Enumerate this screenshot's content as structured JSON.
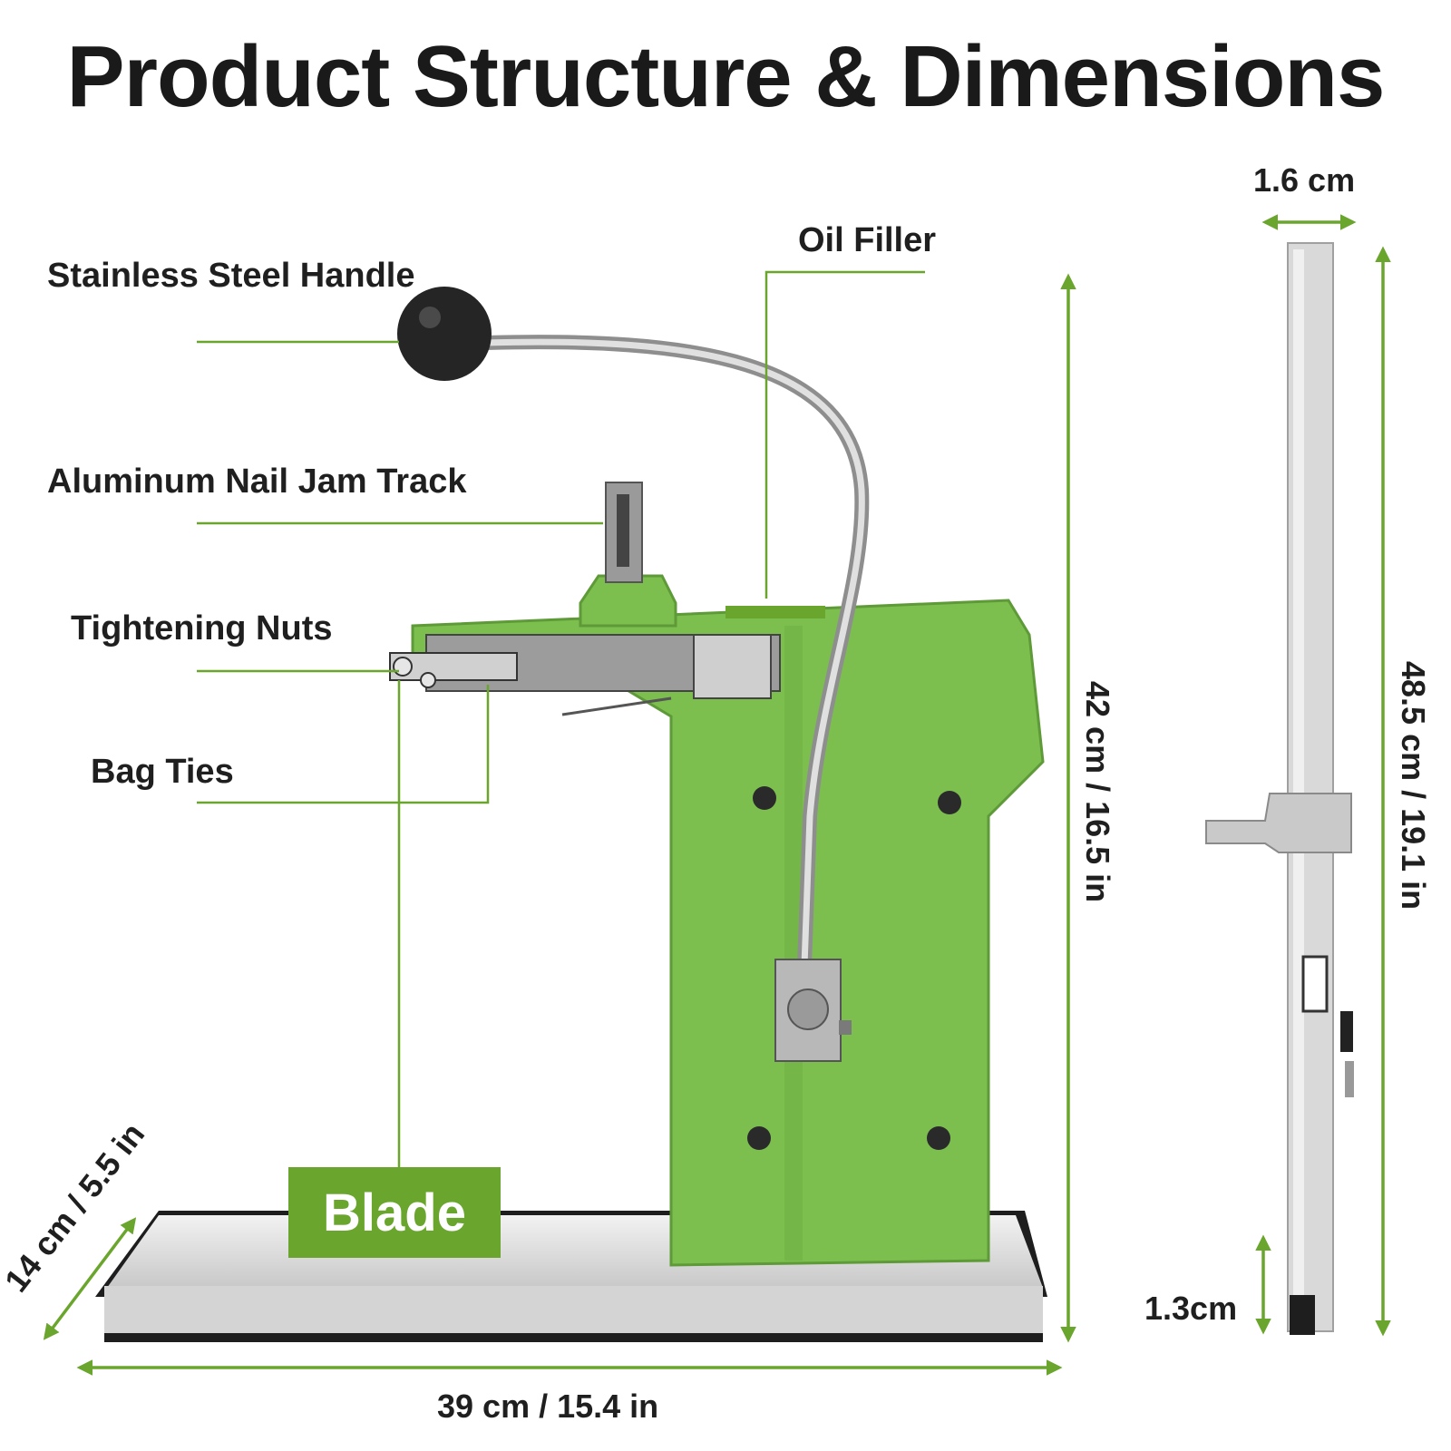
{
  "title": "Product Structure & Dimensions",
  "labels": {
    "handle": "Stainless Steel Handle",
    "track": "Aluminum Nail Jam Track",
    "nuts": "Tightening Nuts",
    "ties": "Bag Ties",
    "oil": "Oil Filler",
    "blade": "Blade"
  },
  "dimensions": {
    "height": "42 cm / 16.5 in",
    "width": "39 cm / 15.4 in",
    "depth": "14 cm / 5.5 in",
    "side_height": "48.5 cm / 19.1 in",
    "side_width": "1.6 cm",
    "side_base": "1.3cm"
  },
  "colors": {
    "accent": "#6aa52d",
    "body": "#7cbf4f",
    "steel": "#d9d9d9",
    "text": "#1f1f1f"
  }
}
